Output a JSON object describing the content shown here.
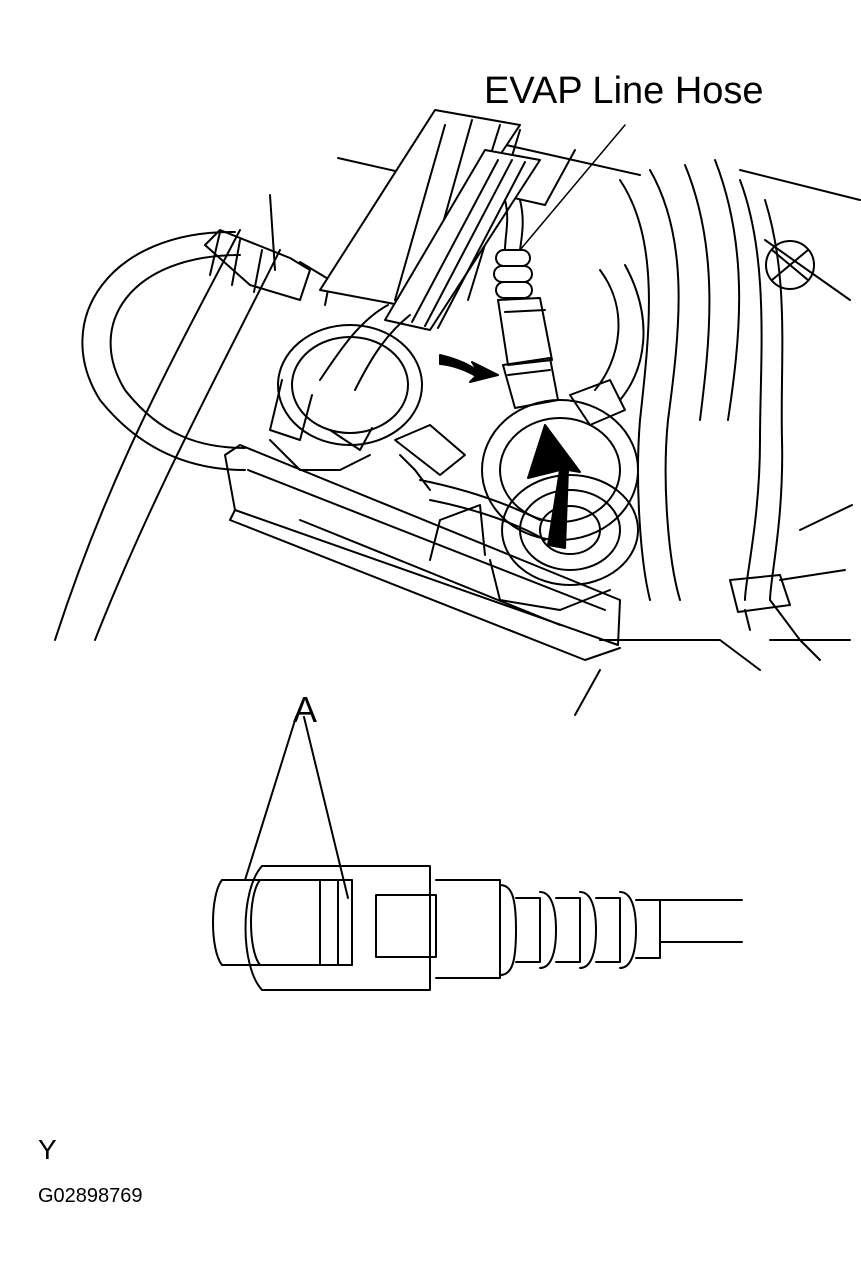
{
  "labels": {
    "hose_callout": "EVAP Line Hose",
    "detail_callout": "A",
    "corner_letter": "Y",
    "figure_code": "G02898769"
  }
}
